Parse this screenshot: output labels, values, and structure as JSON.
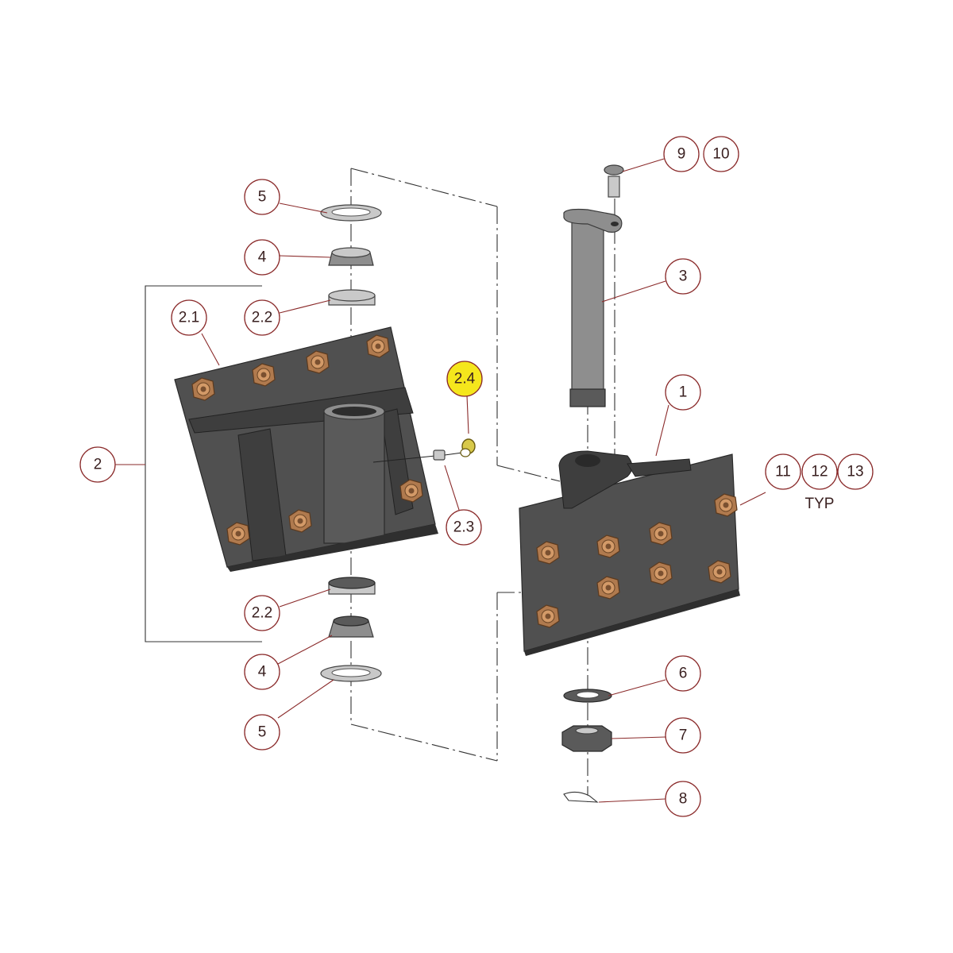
{
  "colors": {
    "balloon_stroke": "#8a2a2a",
    "highlight_fill": "#f5e61c",
    "plate_fill": "#505050",
    "nut_fill": "#b07a4e",
    "steel_fill": "#8e8e8e"
  },
  "callouts": {
    "b_9": "9",
    "b_10": "10",
    "b_5_top": "5",
    "b_4_top": "4",
    "b_3": "3",
    "b_2_2_top": "2.2",
    "b_2_1": "2.1",
    "b_2_4": "2.4",
    "b_2": "2",
    "b_1": "1",
    "b_11": "11",
    "b_12": "12",
    "b_13": "13",
    "b_2_3": "2.3",
    "b_2_2_bottom": "2.2",
    "b_4_bottom": "4",
    "b_6": "6",
    "b_5_bottom": "5",
    "b_7": "7",
    "b_8": "8"
  },
  "typ_label": "TYP"
}
